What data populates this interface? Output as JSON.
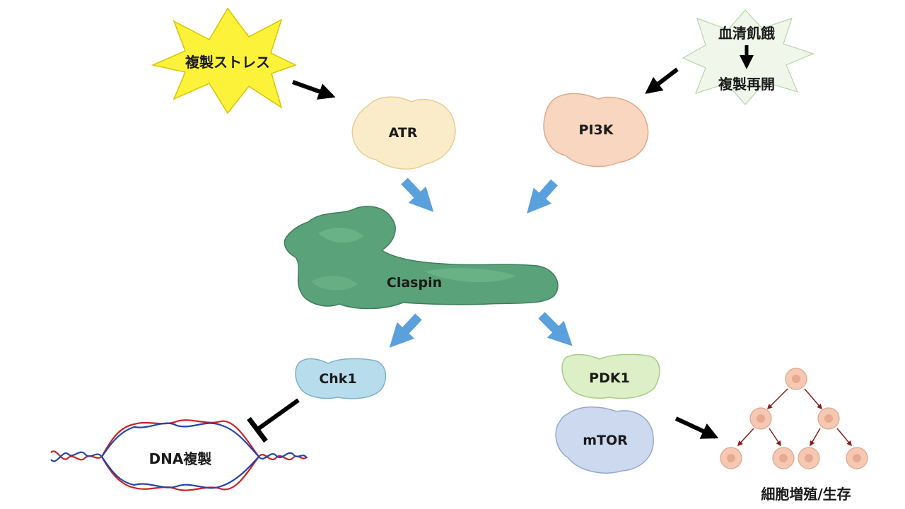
{
  "stimuli": {
    "replication_stress": "複製ストレス",
    "serum_starvation": "血清飢餓",
    "replication_restart": "複製再開"
  },
  "proteins": {
    "atr": "ATR",
    "pi3k": "PI3K",
    "claspin": "Claspin",
    "chk1": "Chk1",
    "pdk1": "PDK1",
    "mtor": "mTOR"
  },
  "outcomes": {
    "dna_replication": "DNA複製",
    "proliferation_survival": "細胞増殖/生存"
  },
  "colors": {
    "stress_burst": "#fdf23a",
    "starvation_burst": "#f0f7ea",
    "atr": "#faecc8",
    "pi3k": "#f8d6c0",
    "claspin": "#5aa37a",
    "chk1": "#b7dcec",
    "pdk1": "#dcefc6",
    "mtor": "#ccd9ee",
    "blue_arrow": "#5aa0dc",
    "black_arrow": "#000000",
    "dna_red": "#cc2222",
    "dna_blue": "#2244aa",
    "cell_fill": "#f5c8b4",
    "cell_arrow": "#8b1a1a"
  }
}
